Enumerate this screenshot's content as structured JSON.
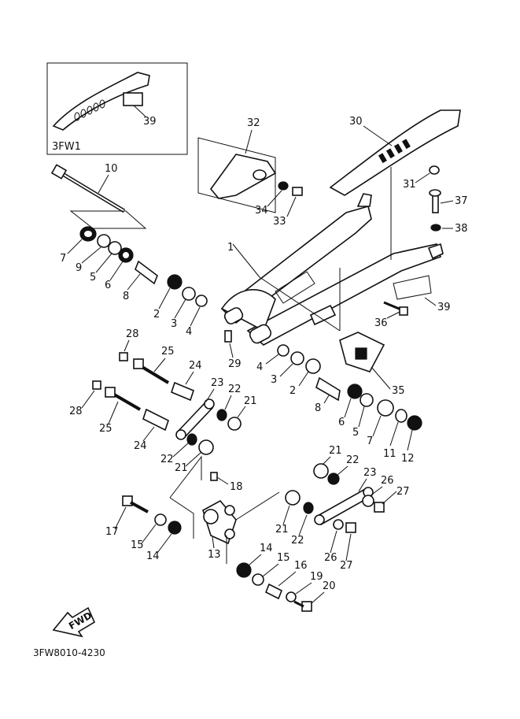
{
  "diagram_code": "3FW8010-4230",
  "inset_model_label": "3FW1",
  "fwd_label": "FWD",
  "callouts": {
    "c1": "1",
    "c2a": "2",
    "c2b": "2",
    "c3a": "3",
    "c3b": "3",
    "c4a": "4",
    "c4b": "4",
    "c5a": "5",
    "c5b": "5",
    "c6a": "6",
    "c6b": "6",
    "c7a": "7",
    "c7b": "7",
    "c8a": "8",
    "c8b": "8",
    "c9": "9",
    "c10": "10",
    "c11": "11",
    "c12": "12",
    "c13": "13",
    "c14a": "14",
    "c14b": "14",
    "c15a": "15",
    "c15b": "15",
    "c16": "16",
    "c17": "17",
    "c18": "18",
    "c19": "19",
    "c20": "20",
    "c21a": "21",
    "c21b": "21",
    "c21c": "21",
    "c21d": "21",
    "c22a": "22",
    "c22b": "22",
    "c22c": "22",
    "c22d": "22",
    "c23a": "23",
    "c23b": "23",
    "c24a": "24",
    "c24b": "24",
    "c25a": "25",
    "c25b": "25",
    "c26a": "26",
    "c26b": "26",
    "c27a": "27",
    "c27b": "27",
    "c28a": "28",
    "c28b": "28",
    "c29": "29",
    "c30": "30",
    "c31": "31",
    "c32": "32",
    "c33": "33",
    "c34": "34",
    "c35": "35",
    "c36": "36",
    "c37": "37",
    "c38": "38",
    "c39a": "39",
    "c39b": "39"
  }
}
